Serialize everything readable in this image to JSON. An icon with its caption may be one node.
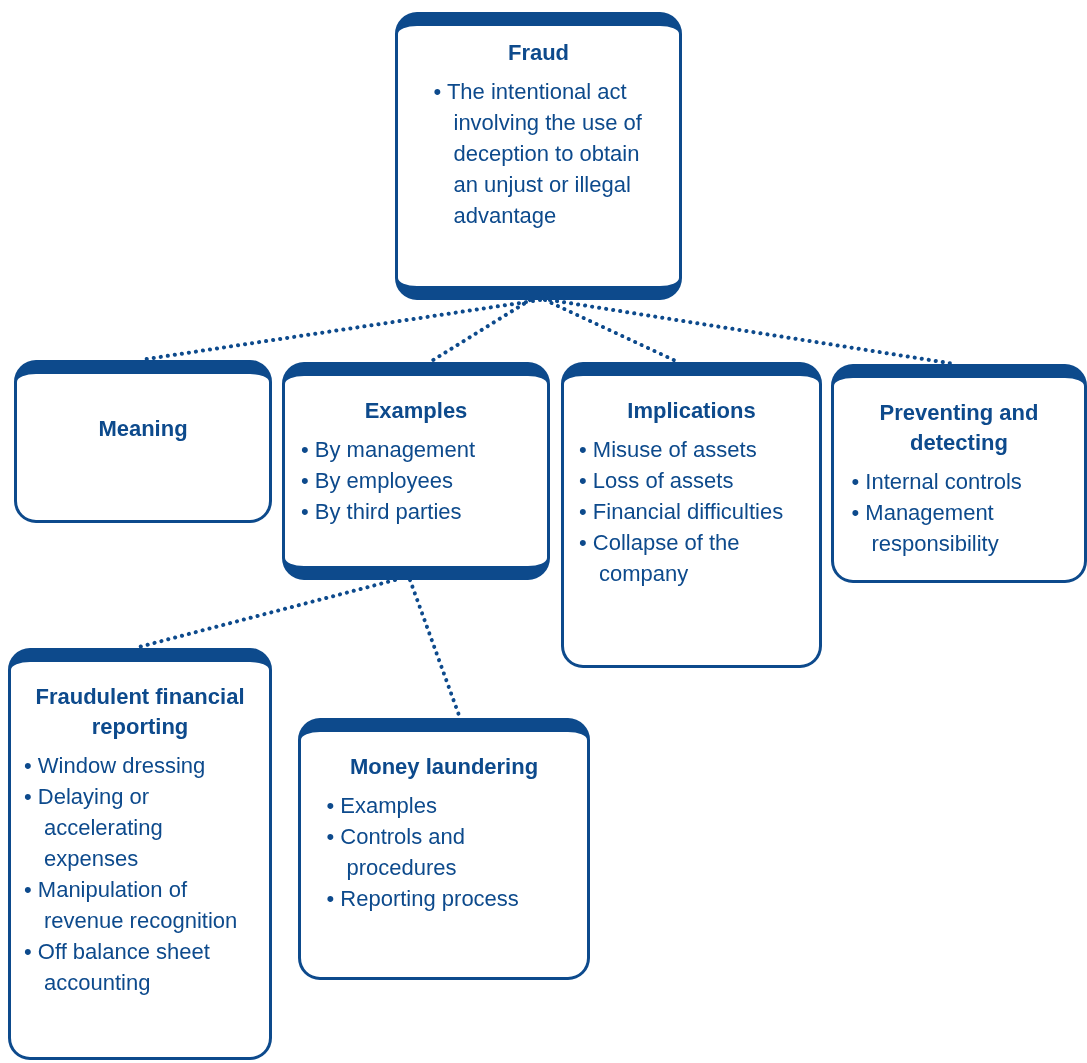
{
  "diagram": {
    "nodes": [
      {
        "text": [
          "Fraud",
          "• The intentional act involving the use of deception to obtain an unjust or illegal advantage"
        ]
      },
      {
        "text": [
          "Meaning"
        ]
      },
      {
        "text": [
          "Examples",
          "• By management",
          "• By employees",
          "• By third parties"
        ]
      },
      {
        "text": [
          "Implications",
          "• Misuse of assets",
          "• Loss of assets",
          "• Financial difficulties",
          "• Collapse of the company"
        ]
      },
      {
        "text": [
          "Preventing and detecting",
          "• Internal controls",
          "• Management responsibility"
        ]
      },
      {
        "text": [
          "Fraudulent financial reporting",
          "• Window dressing",
          "• Delaying or accelerating expenses",
          "• Manipulation of revenue recognition",
          "• Off balance sheet accounting"
        ]
      },
      {
        "text": [
          "Money laundering",
          "• Examples",
          "• Controls and procedures",
          "• Reporting process"
        ]
      }
    ],
    "edges": [
      {
        "from": 0,
        "to": 1,
        "arrow": "none",
        "style": "dashed"
      },
      {
        "from": 0,
        "to": 2,
        "arrow": "none",
        "style": "dashed"
      },
      {
        "from": 0,
        "to": 3,
        "arrow": "none",
        "style": "dashed"
      },
      {
        "from": 0,
        "to": 4,
        "arrow": "none",
        "style": "dashed"
      },
      {
        "from": 2,
        "to": 5,
        "arrow": "none",
        "style": "dashed"
      },
      {
        "from": 2,
        "to": 6,
        "arrow": "none",
        "style": "dashed"
      }
    ]
  }
}
